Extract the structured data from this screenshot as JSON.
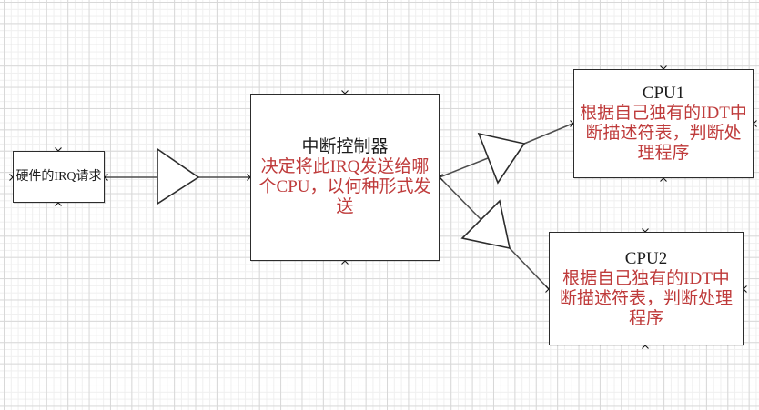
{
  "colors": {
    "canvas-bg": "#ffffff",
    "grid-major": "#d8d8d8",
    "grid-minor": "#efefef",
    "node-border": "#2c2c2c",
    "title-text": "#1c1c1c",
    "body-text": "#bf3b3b",
    "wire": "#4d4d4d"
  },
  "diagram": {
    "nodes": [
      {
        "id": "hardware-irq-request",
        "title": "硬件的IRQ请求",
        "body": ""
      },
      {
        "id": "interrupt-controller",
        "title": "中断控制器",
        "body": "决定将此IRQ发送给哪\n个CPU，以何种形式发\n送"
      },
      {
        "id": "cpu1",
        "title": "CPU1",
        "body": "根据自己独有的IDT中\n断描述符表，判断处\n理程序"
      },
      {
        "id": "cpu2",
        "title": "CPU2",
        "body": "根据自己独有的IDT中\n断描述符表，判断处理\n程序"
      }
    ],
    "shapes": [
      {
        "id": "amplifier-1",
        "type": "triangle"
      },
      {
        "id": "amplifier-2",
        "type": "triangle"
      },
      {
        "id": "amplifier-3",
        "type": "triangle"
      }
    ],
    "connectors": [
      {
        "from": "hardware-irq-request",
        "to": "amplifier-1"
      },
      {
        "from": "amplifier-1",
        "to": "interrupt-controller"
      },
      {
        "from": "interrupt-controller",
        "to": "amplifier-2"
      },
      {
        "from": "amplifier-2",
        "to": "cpu1"
      },
      {
        "from": "interrupt-controller",
        "to": "amplifier-3"
      },
      {
        "from": "amplifier-3",
        "to": "cpu2"
      }
    ]
  }
}
